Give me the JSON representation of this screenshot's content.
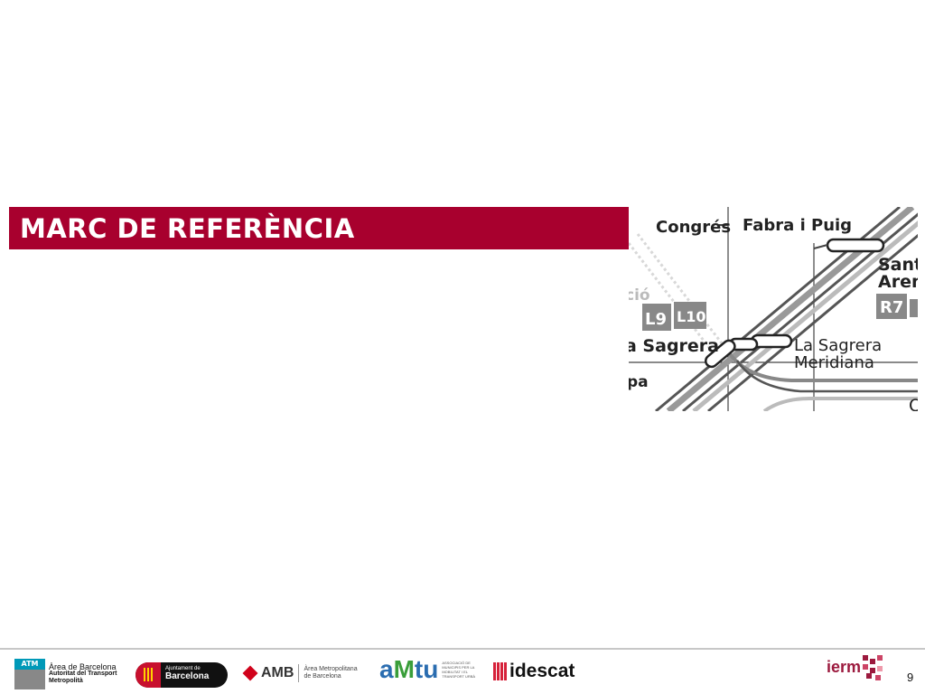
{
  "slide": {
    "title": "MARC DE REFERÈNCIA",
    "page_number": "9"
  },
  "map": {
    "stations": {
      "congres": "Congrés",
      "fabra": "Fabra i Puig",
      "sant_line1": "Sant",
      "sant_line2": "Aren",
      "cio": "ció",
      "sagrera": "a Sagrera",
      "la_sagrera_meridiana_line1": "La Sagrera",
      "la_sagrera_meridiana_line2": "Meridiana",
      "pa": "pa",
      "o": "O"
    },
    "lines": {
      "l9": "L9",
      "l10": "L10",
      "r7": "R7"
    }
  },
  "footer": {
    "atm": {
      "badge": "ATM",
      "line1": "Àrea de Barcelona",
      "line2": "Autoritat del Transport",
      "line3": "Metropolità"
    },
    "ajuntament": {
      "line1": "Ajuntament de",
      "line2": "Barcelona"
    },
    "amb": {
      "name": "AMB",
      "desc1": "Àrea Metropolitana",
      "desc2": "de Barcelona"
    },
    "amtu": {
      "name_a": "a",
      "name_m": "M",
      "name_tu": "tu",
      "desc": "ASSOCIACIÓ DE MUNICIPIS PER LA MOBILITAT I EL TRANSPORT URBÀ"
    },
    "idescat": {
      "name": "idescat"
    },
    "ierm": {
      "name": "ierm"
    }
  },
  "colors": {
    "title_bar": "#a8002e",
    "footer_rule": "#c7c7c7"
  }
}
